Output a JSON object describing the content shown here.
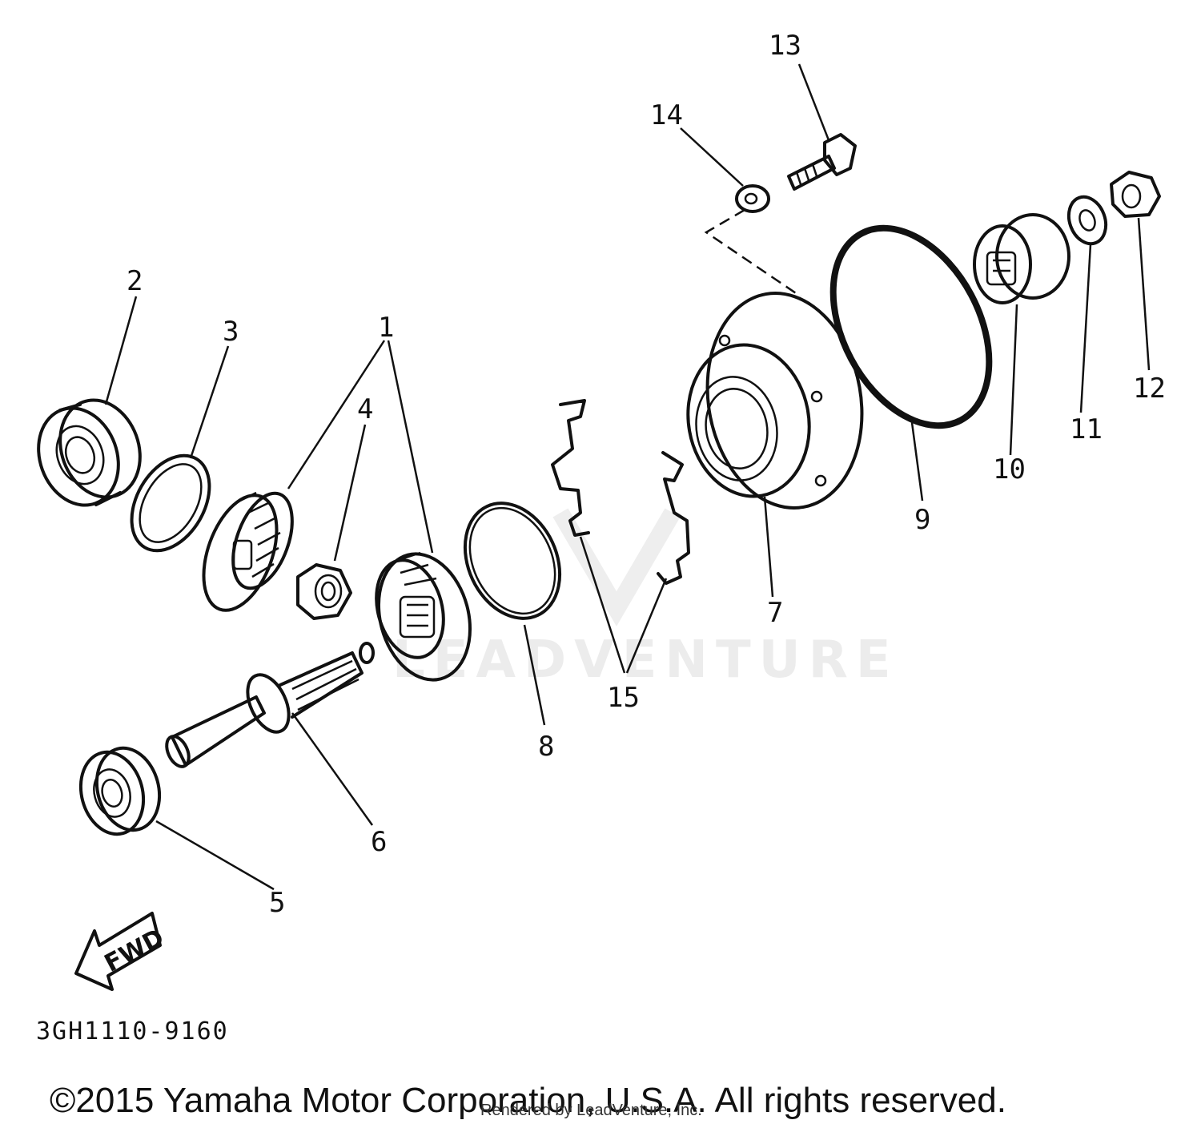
{
  "callouts": [
    {
      "id": "1",
      "text": "1"
    },
    {
      "id": "2",
      "text": "2"
    },
    {
      "id": "3",
      "text": "3"
    },
    {
      "id": "4",
      "text": "4"
    },
    {
      "id": "5",
      "text": "5"
    },
    {
      "id": "6",
      "text": "6"
    },
    {
      "id": "7",
      "text": "7"
    },
    {
      "id": "8",
      "text": "8"
    },
    {
      "id": "9",
      "text": "9"
    },
    {
      "id": "10",
      "text": "10"
    },
    {
      "id": "11",
      "text": "11"
    },
    {
      "id": "12",
      "text": "12"
    },
    {
      "id": "13",
      "text": "13"
    },
    {
      "id": "14",
      "text": "14"
    },
    {
      "id": "15",
      "text": "15"
    }
  ],
  "direction_arrow": "FWD",
  "diagram_code": "3GH1110-9160",
  "watermark": "LEADVENTURE",
  "copyright": "©2015 Yamaha Motor Corporation, U.S.A. All rights reserved.",
  "rendered_by": "Rendered by LeadVenture, Inc."
}
